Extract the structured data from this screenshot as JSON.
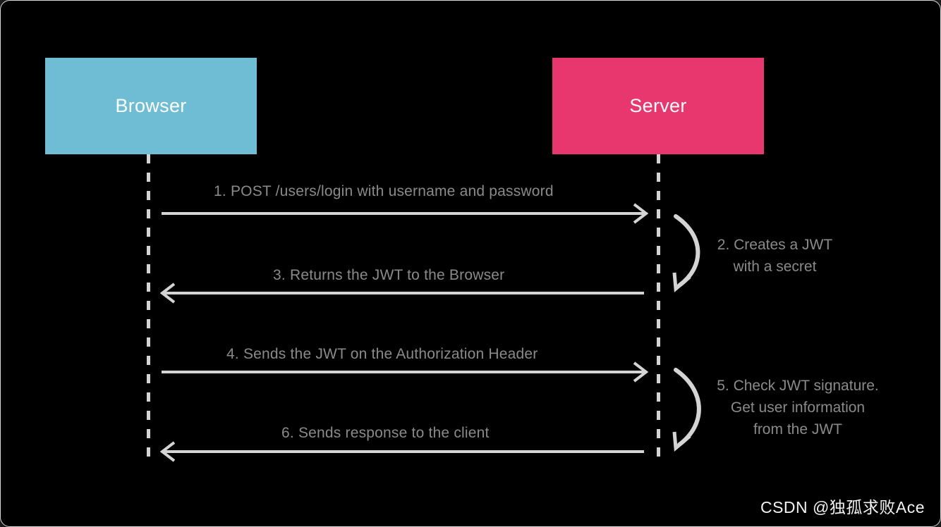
{
  "diagram": {
    "title": "JWT authentication sequence diagram",
    "background_color": "#000000",
    "line_color": "#d4d4d4",
    "text_color": "#8a8a8a",
    "participants": [
      {
        "id": "browser",
        "label": "Browser",
        "color": "#6FBDD4"
      },
      {
        "id": "server",
        "label": "Server",
        "color": "#E8376F"
      }
    ],
    "messages": [
      {
        "number": "1",
        "label": "1. POST /users/login with username and password",
        "from": "browser",
        "to": "server",
        "direction": "right",
        "kind": "arrow"
      },
      {
        "number": "2",
        "label": "2. Creates a JWT\nwith a secret",
        "from": "server",
        "to": "server",
        "direction": "self",
        "kind": "self-loop"
      },
      {
        "number": "3",
        "label": "3. Returns the JWT to the Browser",
        "from": "server",
        "to": "browser",
        "direction": "left",
        "kind": "arrow"
      },
      {
        "number": "4",
        "label": "4. Sends the JWT on the Authorization Header",
        "from": "browser",
        "to": "server",
        "direction": "right",
        "kind": "arrow"
      },
      {
        "number": "5",
        "label": "5. Check JWT signature.\nGet user information\nfrom the JWT",
        "from": "server",
        "to": "server",
        "direction": "self",
        "kind": "self-loop"
      },
      {
        "number": "6",
        "label": "6. Sends response to the client",
        "from": "server",
        "to": "browser",
        "direction": "left",
        "kind": "arrow"
      }
    ]
  },
  "watermark": {
    "text": "CSDN @独孤求败Ace"
  }
}
